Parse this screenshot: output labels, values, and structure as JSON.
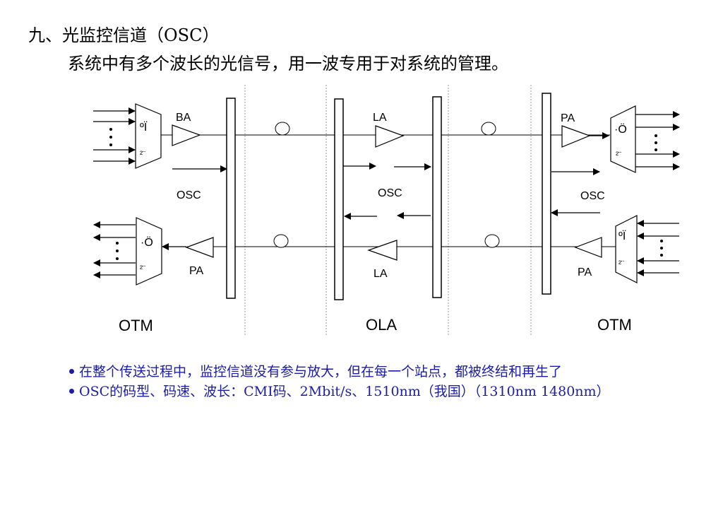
{
  "title": "九、光监控信道（OSC）",
  "subtitle": "系统中有多个波长的光信号，用一波专用于对系统的管理。",
  "diagram": {
    "labels": {
      "ba": "BA",
      "la_top": "LA",
      "pa_top_right": "PA",
      "osc_left": "OSC",
      "osc_mid": "OSC",
      "osc_right": "OSC",
      "pa_bottom_left": "PA",
      "la_bottom": "LA",
      "pa_bottom_right": "PA"
    },
    "mux_glyphs": {
      "mux_top_1": "ºÏ",
      "mux_top_2": "²¨",
      "demux_top_1": "·Ö",
      "demux_top_2": "²¨",
      "demux_bottom_1": "·Ö",
      "demux_bottom_2": "²¨",
      "mux_bottom_1": "ºÏ",
      "mux_bottom_2": "²¨"
    },
    "sections": [
      "OTM",
      "OLA",
      "OTM"
    ]
  },
  "bullets": [
    "在整个传送过程中，监控信道没有参与放大，但在每一个站点，都被终结和再生了",
    "OSC的码型、码速、波长：CMI码、2Mbit/s、1510nm（我国）（1310nm 1480nm）"
  ],
  "colors": {
    "text": "#000000",
    "bullets": "#1c1ca8",
    "divider": "#999999"
  }
}
